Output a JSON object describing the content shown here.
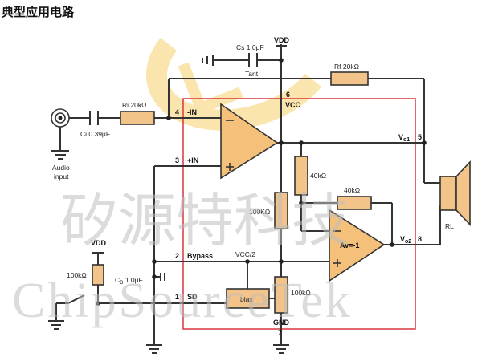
{
  "title": "典型应用电路",
  "components": {
    "cs": {
      "label": "Cs  1.0μF",
      "type": "Tant"
    },
    "vdd_top": "VDD",
    "rf": "Rf  20kΩ",
    "ri": "Ri  20kΩ",
    "ci": "Ci  0.39μF",
    "audio_input": [
      "Audio",
      "input"
    ],
    "r40k_vertical": "40kΩ",
    "r40k_horizontal": "40kΩ",
    "r100k_upper": "100KΩ",
    "r100k_lower": "100kΩ",
    "vdd_left": "VDD",
    "r100k_left": "100kΩ",
    "cb": "C",
    "cb_sub": "B",
    "cb_value": " 1.0μF",
    "bias": "bias",
    "amp2": "Av=-1",
    "rl": "RL",
    "vcc_half": "VCC/2"
  },
  "pins": {
    "p4": "4",
    "p4_name": "-IN",
    "p3": "3",
    "p3_name": "+IN",
    "p2": "2",
    "p2_name": "Bypass",
    "p1": "1",
    "p1_name": "SD",
    "p6": "6",
    "p6_name": "VCC",
    "p5": "5",
    "vo1": "V",
    "vo1_sub": "o1",
    "p8": "8",
    "vo2": "V",
    "vo2_sub": "o2",
    "p7": "7",
    "p7_name": "GND"
  },
  "watermark": {
    "cn": "矽源特科技",
    "en": "ChipSourceTek"
  },
  "colors": {
    "chip_border": "#d9363e",
    "opamp_fill": "#f4c07a",
    "resistor_fill": "#f2c48a",
    "logo": "#f7d57a"
  }
}
